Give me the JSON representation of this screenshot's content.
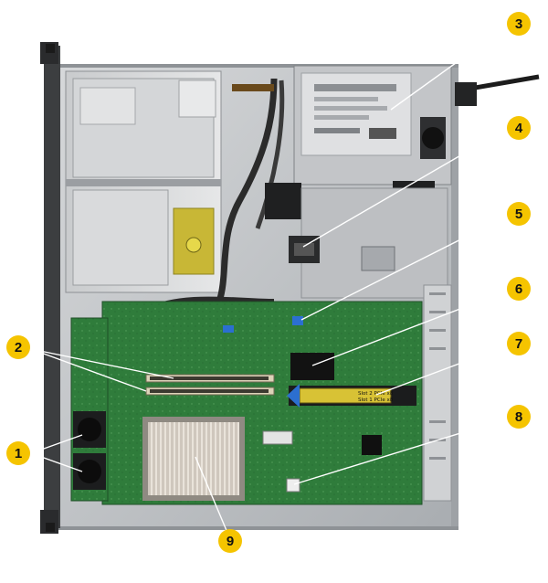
{
  "callouts": [
    {
      "number": "1"
    },
    {
      "number": "2"
    },
    {
      "number": "3"
    },
    {
      "number": "4"
    },
    {
      "number": "5"
    },
    {
      "number": "6"
    },
    {
      "number": "7"
    },
    {
      "number": "8"
    },
    {
      "number": "9"
    }
  ],
  "riser_labels": {
    "slot2": "Slot 2 PCIe x8",
    "slot1": "Slot 1 PCIe x8"
  },
  "colors": {
    "callout_fill": "#f5c400",
    "callout_text": "#111111",
    "leader_line": "#ffffff",
    "pcb_green": "#2e7a3a",
    "chassis_gray": "#b9bcbf"
  }
}
